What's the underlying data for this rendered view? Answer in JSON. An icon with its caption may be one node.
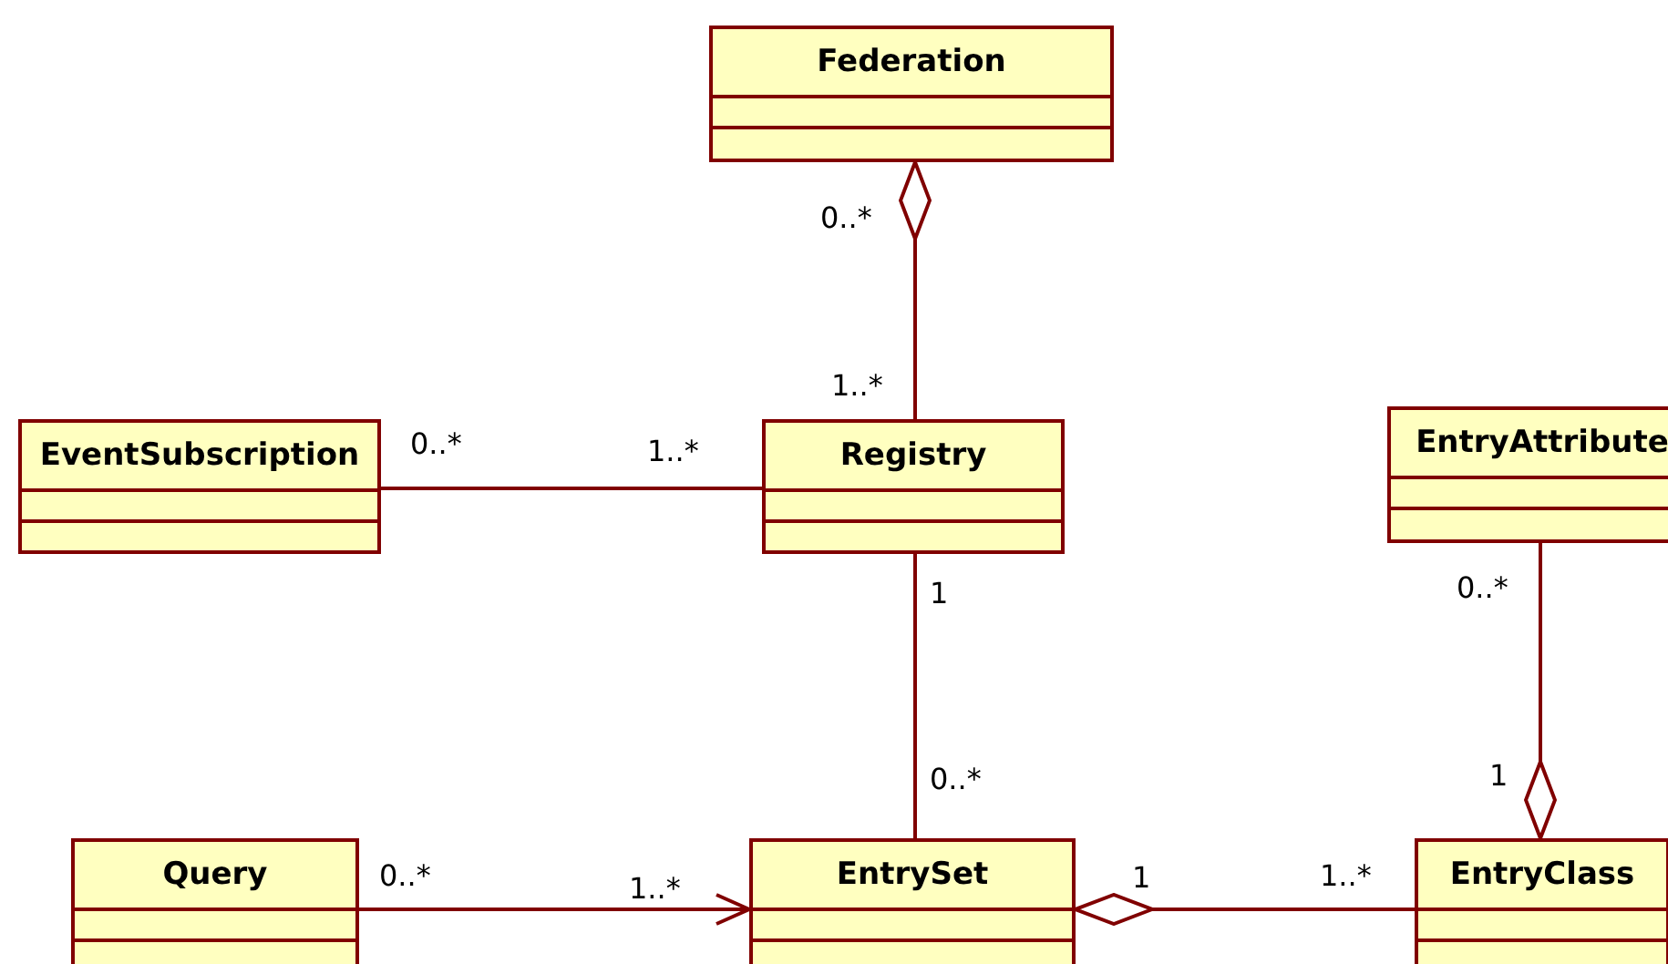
{
  "diagram": {
    "nodes": [
      {
        "text": [
          "Federation"
        ]
      },
      {
        "text": [
          "EventSubscription"
        ]
      },
      {
        "text": [
          "Registry"
        ]
      },
      {
        "text": [
          "EntryAttribute"
        ]
      },
      {
        "text": [
          "Query"
        ]
      },
      {
        "text": [
          "EntrySet"
        ]
      },
      {
        "text": [
          "EntryClass"
        ]
      }
    ],
    "edges": [
      {
        "from": 2,
        "to": 0,
        "arrow": "other"
      },
      {
        "from": 1,
        "to": 2,
        "arrow": "none"
      },
      {
        "from": 2,
        "to": 5,
        "arrow": "none"
      },
      {
        "from": 3,
        "to": 6,
        "arrow": "other"
      },
      {
        "from": 4,
        "to": 5,
        "arrow": "to"
      },
      {
        "from": 6,
        "to": 5,
        "arrow": "other"
      }
    ],
    "labels": [
      "0..*",
      "1..*",
      "0..*",
      "1..*",
      "1",
      "0..*",
      "0..*",
      "1",
      "0..*",
      "1..*",
      "1",
      "1..*"
    ]
  }
}
